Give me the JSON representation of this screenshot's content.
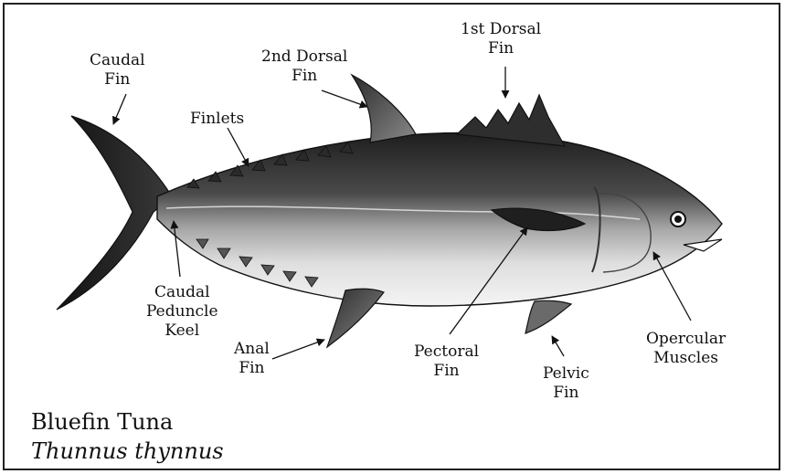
{
  "figure": {
    "common_name": "Bluefin Tuna",
    "scientific_name": "Thunnus thynnus"
  },
  "labels": {
    "caudal_fin": [
      "Caudal",
      "Fin"
    ],
    "second_dorsal_fin": [
      "2nd Dorsal",
      "Fin"
    ],
    "first_dorsal_fin": [
      "1st Dorsal",
      "Fin"
    ],
    "finlets": [
      "Finlets"
    ],
    "caudal_peduncle_keel": [
      "Caudal",
      "Peduncle",
      "Keel"
    ],
    "anal_fin": [
      "Anal",
      "Fin"
    ],
    "pectoral_fin": [
      "Pectoral",
      "Fin"
    ],
    "pelvic_fin": [
      "Pelvic",
      "Fin"
    ],
    "opercular_muscles": [
      "Opercular",
      "Muscles"
    ]
  },
  "colors": {
    "ink": "#111111",
    "body_dark": "#2a2a2a",
    "body_light": "#f2f2f2"
  }
}
